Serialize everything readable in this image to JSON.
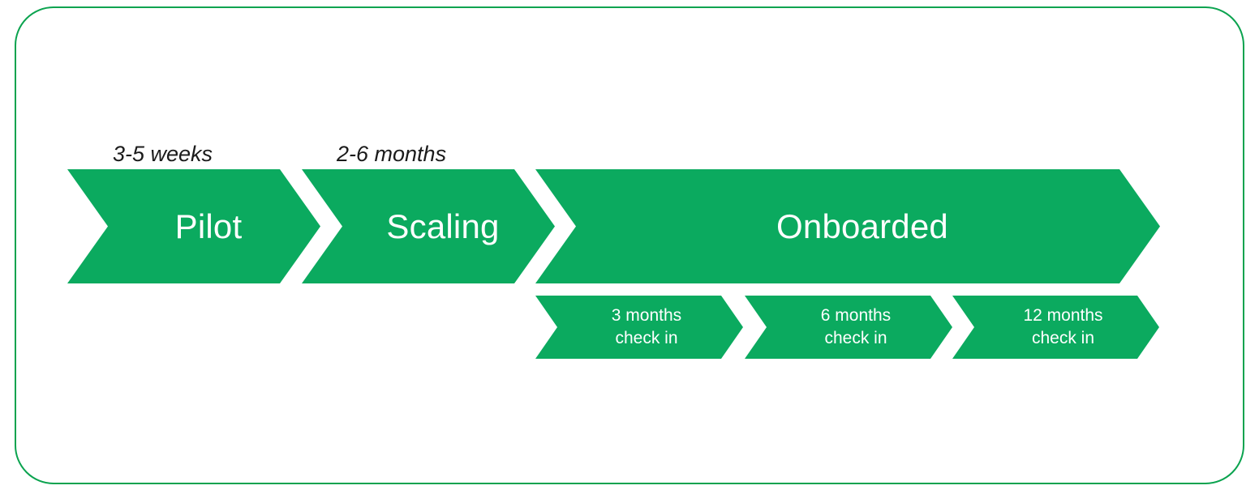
{
  "diagram": {
    "title": "Customer onboarding journey chevron timeline",
    "frame": {
      "border_color": "#0BA34F",
      "background": "#ffffff"
    },
    "accent_color": "#0BAA5F",
    "label_color": "#ffffff",
    "annotation_color": "#1b1b1b",
    "stages": [
      {
        "id": "pilot",
        "label": "Pilot",
        "duration": "3-5 weeks"
      },
      {
        "id": "scaling",
        "label": "Scaling",
        "duration": "2-6 months"
      },
      {
        "id": "onboarded",
        "label": "Onboarded",
        "duration": ""
      }
    ],
    "checkins": [
      {
        "id": "check-3",
        "label": "3 months\ncheck in"
      },
      {
        "id": "check-6",
        "label": "6 months\ncheck in"
      },
      {
        "id": "check-12",
        "label": "12 months\ncheck in"
      }
    ]
  }
}
